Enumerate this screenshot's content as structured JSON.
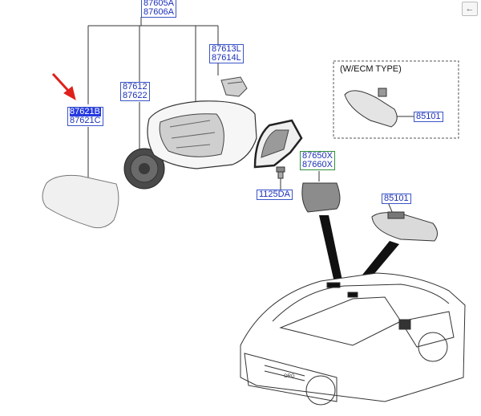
{
  "labels": {
    "assy_top": [
      "87605A",
      "87606A"
    ],
    "bracket": [
      "87613L",
      "87614L"
    ],
    "actuator": [
      "87612",
      "87622"
    ],
    "glass": [
      "87621B",
      "87621C"
    ],
    "ecm_mirror": [
      "85101"
    ],
    "bolt": [
      "1125DA"
    ],
    "cover": [
      "87650X",
      "87660X"
    ],
    "inside_mirror": [
      "85101"
    ]
  },
  "ecm_caption": "(W/ECM TYPE)",
  "car_badge": "ORG",
  "icons": {
    "back": "arrow-left-icon",
    "pointer": "red-arrow-icon"
  },
  "colors": {
    "label_text": "#1a2fb8",
    "label_border": "#3a56c8",
    "selected_bg": "#2438e0",
    "pointer": "#e0201c",
    "cover_border": "#2f8f3a"
  }
}
